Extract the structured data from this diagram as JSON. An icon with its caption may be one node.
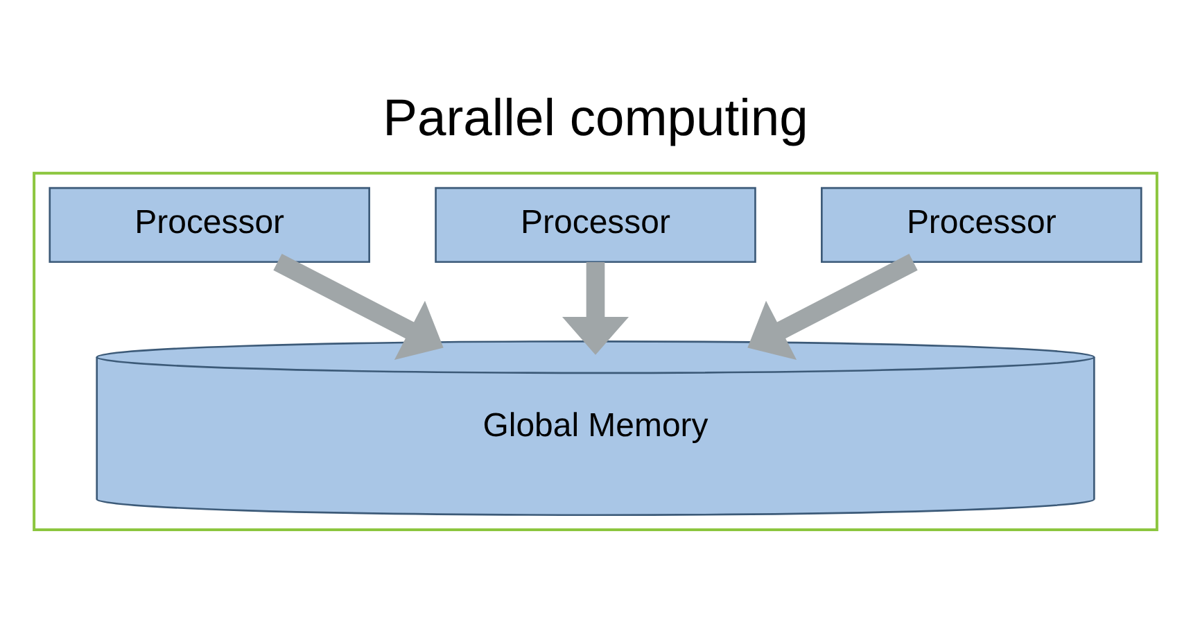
{
  "diagram": {
    "title": "Parallel computing",
    "nodes": [
      {
        "text": [],
        "shape": "box"
      },
      {
        "text": [
          "Processor"
        ],
        "in": 0
      },
      {
        "text": [
          "Processor"
        ],
        "in": 0
      },
      {
        "text": [
          "Processor"
        ],
        "in": 0
      },
      {
        "text": [
          "Global Memory"
        ],
        "in": 0
      }
    ],
    "edges": [
      {
        "from": 1,
        "to": 4,
        "arrow": "to"
      },
      {
        "from": 2,
        "to": 4,
        "arrow": "to"
      },
      {
        "from": 3,
        "to": 4,
        "arrow": "to"
      }
    ]
  }
}
